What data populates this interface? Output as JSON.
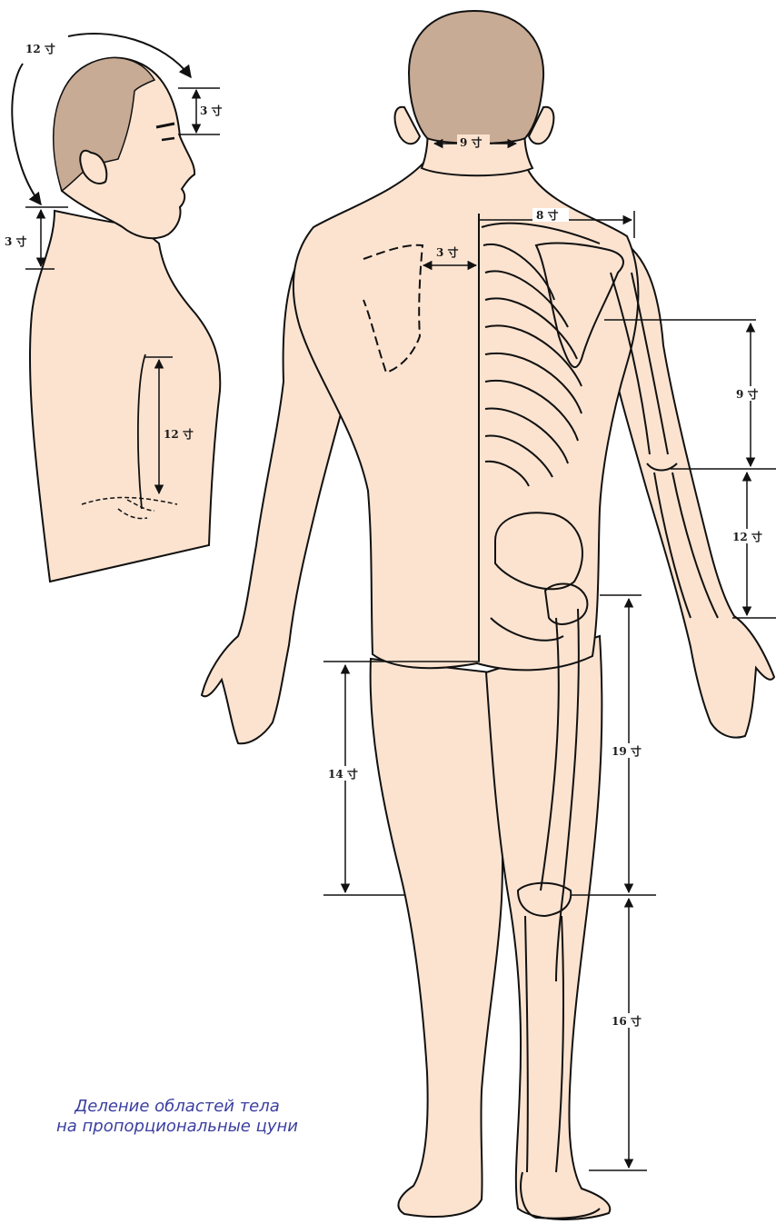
{
  "colors": {
    "skin": "#fbe3d0",
    "hair": "#c8ab95",
    "outline": "#111111",
    "caption": "#3b3fa0"
  },
  "measurements": {
    "head_arc": "12 寸",
    "head_forehead": "3 寸",
    "neck_back": "3 寸",
    "flank": "12 寸",
    "neck_width": "9 寸",
    "shoulder_width": "8 寸",
    "scapula_spine": "3 寸",
    "upper_arm": "9 寸",
    "forearm": "12 寸",
    "thigh_medial": "14 寸",
    "thigh_lateral": "19 寸",
    "lower_leg": "16 寸"
  },
  "caption": {
    "line1": "Деление областей тела",
    "line2": "на пропорциональные цуни"
  }
}
